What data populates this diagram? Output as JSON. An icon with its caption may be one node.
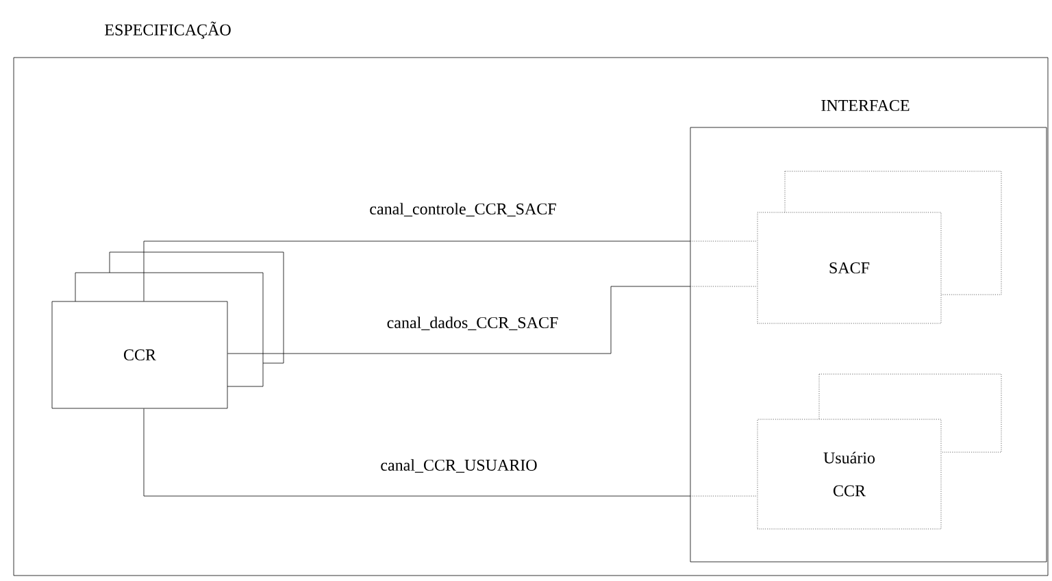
{
  "diagram": {
    "nodes": [
      {
        "text": [
          "ESPECIFICAÇÃO"
        ]
      },
      {
        "text": [
          "INTERFACE"
        ],
        "in": 0
      },
      {
        "text": [
          "CCR"
        ],
        "in": 0
      },
      {
        "text": [
          "SACF"
        ],
        "in": 1
      },
      {
        "text": [
          "Usuário CCR"
        ],
        "in": 1
      }
    ],
    "edges": [
      {
        "from": 2,
        "to": 1,
        "arrow": "none",
        "label": "canal_controle_CCR_SACF"
      },
      {
        "from": 2,
        "to": 1,
        "arrow": "none",
        "label": "canal_dados_CCR_SACF"
      },
      {
        "from": 2,
        "to": 1,
        "arrow": "none",
        "label": "canal_CCR_USUARIO"
      },
      {
        "from": 1,
        "to": 3,
        "arrow": "none",
        "style": "dashed"
      },
      {
        "from": 1,
        "to": 3,
        "arrow": "none",
        "style": "dashed"
      },
      {
        "from": 1,
        "to": 4,
        "arrow": "none",
        "style": "dashed"
      }
    ]
  }
}
